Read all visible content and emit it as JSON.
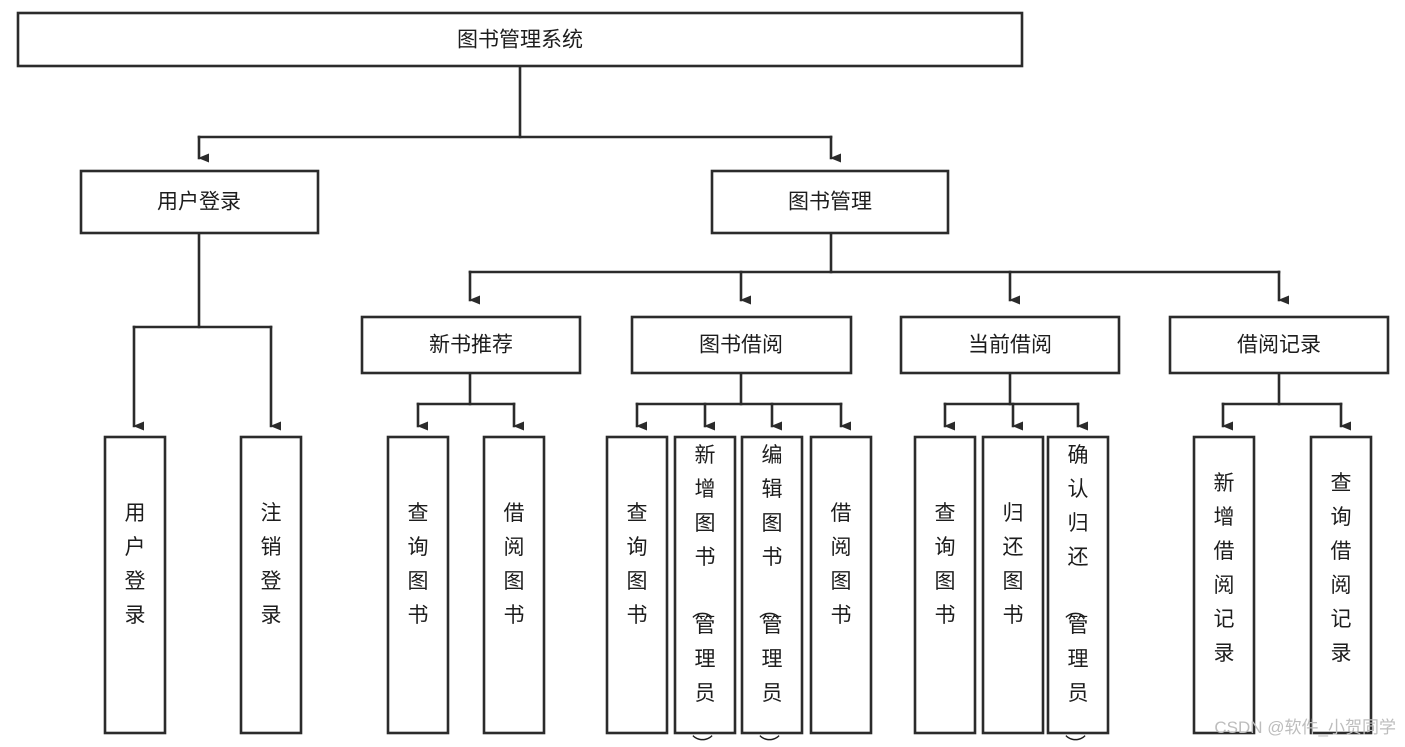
{
  "diagram": {
    "type": "tree-hierarchy-chart",
    "title": "图书管理系统",
    "style": {
      "box_fill": "#ffffff",
      "box_stroke": "#2b2b2b",
      "line_color": "#2b2b2b",
      "text_color": "#1d1d1d",
      "background": "#ffffff",
      "watermark_color": "#bdbdbd"
    },
    "levels": {
      "level1": [
        {
          "id": "root",
          "label": "图书管理系统",
          "orientation": "horizontal"
        }
      ],
      "level2": [
        {
          "id": "user-login",
          "label": "用户登录",
          "orientation": "horizontal"
        },
        {
          "id": "book-manage",
          "label": "图书管理",
          "orientation": "horizontal"
        }
      ],
      "level3": [
        {
          "id": "new-book-rec",
          "label": "新书推荐",
          "orientation": "horizontal"
        },
        {
          "id": "book-borrow",
          "label": "图书借阅",
          "orientation": "horizontal"
        },
        {
          "id": "current-borrow",
          "label": "当前借阅",
          "orientation": "horizontal"
        },
        {
          "id": "borrow-record",
          "label": "借阅记录",
          "orientation": "horizontal"
        }
      ],
      "level4": [
        {
          "id": "leaf-user-login",
          "label": "用户登录",
          "parent": "user-login",
          "orientation": "vertical"
        },
        {
          "id": "leaf-logout",
          "label": "注销登录",
          "parent": "user-login",
          "orientation": "vertical"
        },
        {
          "id": "leaf-query-book-1",
          "label": "查询图书",
          "parent": "new-book-rec",
          "orientation": "vertical"
        },
        {
          "id": "leaf-borrow-book-1",
          "label": "借阅图书",
          "parent": "new-book-rec",
          "orientation": "vertical"
        },
        {
          "id": "leaf-query-book-2",
          "label": "查询图书",
          "parent": "book-borrow",
          "orientation": "vertical"
        },
        {
          "id": "leaf-add-book",
          "label": "新增图书（管理员）",
          "parent": "book-borrow",
          "orientation": "vertical"
        },
        {
          "id": "leaf-edit-book",
          "label": "编辑图书（管理员）",
          "parent": "book-borrow",
          "orientation": "vertical"
        },
        {
          "id": "leaf-borrow-book-2",
          "label": "借阅图书",
          "parent": "book-borrow",
          "orientation": "vertical"
        },
        {
          "id": "leaf-query-book-3",
          "label": "查询图书",
          "parent": "current-borrow",
          "orientation": "vertical"
        },
        {
          "id": "leaf-return-book",
          "label": "归还图书",
          "parent": "current-borrow",
          "orientation": "vertical"
        },
        {
          "id": "leaf-confirm-return",
          "label": "确认归还（管理员）",
          "parent": "current-borrow",
          "orientation": "vertical"
        },
        {
          "id": "leaf-add-record",
          "label": "新增借阅记录",
          "parent": "borrow-record",
          "orientation": "vertical"
        },
        {
          "id": "leaf-query-record",
          "label": "查询借阅记录",
          "parent": "borrow-record",
          "orientation": "vertical"
        }
      ]
    },
    "watermark": "CSDN @软件_小贺同学"
  }
}
